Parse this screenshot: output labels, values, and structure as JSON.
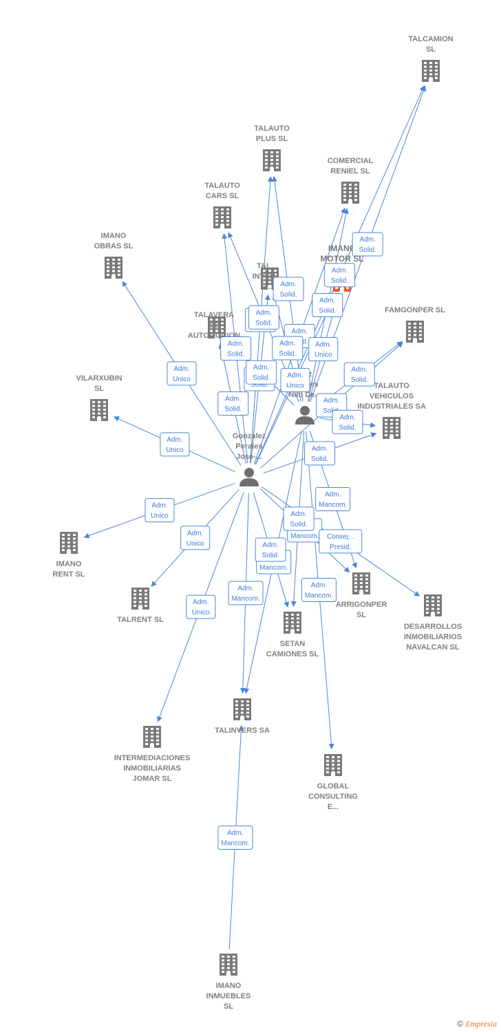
{
  "nodes": {
    "talcamion": {
      "kind": "company",
      "label": [
        "TALCAMION",
        "SL"
      ]
    },
    "talauto_plus": {
      "kind": "company",
      "label": [
        "TALAUTO",
        "PLUS  SL"
      ]
    },
    "comercial_reniel": {
      "kind": "company",
      "label": [
        "COMERCIAL",
        "RENIEL  SL"
      ]
    },
    "talauto_cars": {
      "kind": "company",
      "label": [
        "TALAUTO",
        "CARS  SL"
      ]
    },
    "imano_obras": {
      "kind": "company",
      "label": [
        "IMANO",
        "OBRAS  SL"
      ]
    },
    "talinvers_inversiones": {
      "kind": "company",
      "label": [
        "TAL...",
        "INVER...",
        "S..."
      ]
    },
    "imano_motor": {
      "kind": "company",
      "main": true,
      "label": [
        "IMANO",
        "MOTOR  SL"
      ]
    },
    "talavera_automocion": {
      "kind": "company",
      "label": [
        "TALAVERA",
        "DE",
        "AUTOMOCION"
      ]
    },
    "famgonper": {
      "kind": "company",
      "label": [
        "FAMGONPER SL"
      ]
    },
    "vilarxubin": {
      "kind": "company",
      "label": [
        "VILARXUBIN",
        "SL"
      ]
    },
    "talauto_vehiculos": {
      "kind": "company",
      "label": [
        "TALAUTO",
        "VEHICULOS",
        "INDUSTRIALES SA"
      ]
    },
    "imano_rent": {
      "kind": "company",
      "label": [
        "IMANO",
        "RENT  SL"
      ]
    },
    "talrent": {
      "kind": "company",
      "label": [
        "TALRENT  SL"
      ]
    },
    "arrigonper": {
      "kind": "company",
      "label": [
        "ARRIGONPER",
        "SL"
      ]
    },
    "desarrollos": {
      "kind": "company",
      "label": [
        "DESARROLLOS",
        "INMOBILIARIOS",
        "NAVALCAN  SL"
      ]
    },
    "setan_camiones": {
      "kind": "company",
      "label": [
        "SETAN",
        "CAMIONES SL"
      ]
    },
    "talinvers": {
      "kind": "company",
      "label": [
        "TALINVERS SA"
      ]
    },
    "intermediaciones": {
      "kind": "company",
      "label": [
        "INTERMEDIACIONES",
        "INMOBILIARIAS",
        "JOMAR  SL"
      ]
    },
    "global_consulting": {
      "kind": "company",
      "label": [
        "GLOBAL",
        "CONSULTING",
        "E..."
      ]
    },
    "imano_inmuebles": {
      "kind": "company",
      "label": [
        "IMANO",
        "INMUEBLES",
        "SL"
      ]
    },
    "gonzalez_jose": {
      "kind": "person",
      "label": [
        "Gonzalez",
        "Perales",
        "Jose-..."
      ]
    },
    "gonzalez_nilo": {
      "kind": "person",
      "label": [
        "...ez",
        "Perales",
        "Nilo De..."
      ]
    }
  },
  "edges": [
    {
      "from": "gonzalez_nilo",
      "to": "talcamion",
      "role": [
        "Adm.",
        "Solid."
      ]
    },
    {
      "from": "gonzalez_jose",
      "to": "talcamion",
      "role": [
        "Adm.",
        "Solid."
      ]
    },
    {
      "from": "gonzalez_jose",
      "to": "talauto_plus",
      "role": [
        "Adm.",
        "Solid."
      ]
    },
    {
      "from": "gonzalez_nilo",
      "to": "talauto_plus",
      "role": [
        "Adm.",
        "Solid."
      ]
    },
    {
      "from": "gonzalez_jose",
      "to": "talauto_cars",
      "role": [
        "Adm.",
        "Solid."
      ]
    },
    {
      "from": "gonzalez_nilo",
      "to": "talauto_cars",
      "role": [
        "Adm.",
        "Solid."
      ]
    },
    {
      "from": "gonzalez_jose",
      "to": "comercial_reniel",
      "role": [
        "Adm.",
        "Solid."
      ]
    },
    {
      "from": "gonzalez_nilo",
      "to": "comercial_reniel",
      "role": [
        "Adm.",
        "Solid."
      ]
    },
    {
      "from": "gonzalez_jose",
      "to": "imano_motor",
      "role": [
        "Adm.",
        "Unico"
      ]
    },
    {
      "from": "gonzalez_nilo",
      "to": "imano_motor",
      "role": [
        "Adm.",
        "Unico"
      ]
    },
    {
      "from": "gonzalez_jose",
      "to": "talinvers_inversiones",
      "role": [
        "Adm.",
        "Solid."
      ]
    },
    {
      "from": "gonzalez_nilo",
      "to": "talinvers_inversiones",
      "role": [
        "Adm.",
        "Solid."
      ]
    },
    {
      "from": "gonzalez_jose",
      "to": "talavera_automocion",
      "role": [
        "Adm.",
        "Solid."
      ]
    },
    {
      "from": "gonzalez_nilo",
      "to": "talavera_automocion",
      "role": [
        "Adm.",
        "Solid."
      ]
    },
    {
      "from": "gonzalez_jose",
      "to": "famgonper",
      "role": [
        "Adm.",
        "Solid."
      ]
    },
    {
      "from": "gonzalez_nilo",
      "to": "famgonper",
      "role": [
        "Adm.",
        "Solid."
      ]
    },
    {
      "from": "gonzalez_jose",
      "to": "talauto_vehiculos",
      "role": [
        "Adm.",
        "Solid."
      ]
    },
    {
      "from": "gonzalez_nilo",
      "to": "talauto_vehiculos",
      "role": [
        "Adm.",
        "Solid."
      ]
    },
    {
      "from": "gonzalez_jose",
      "to": "imano_obras",
      "role": [
        "Adm.",
        "Unico"
      ]
    },
    {
      "from": "gonzalez_jose",
      "to": "vilarxubin",
      "role": [
        "Adm.",
        "Unico"
      ]
    },
    {
      "from": "gonzalez_jose",
      "to": "imano_rent",
      "role": [
        "Adm.",
        "Unico"
      ]
    },
    {
      "from": "gonzalez_jose",
      "to": "talrent",
      "role": [
        "Adm.",
        "Unico"
      ]
    },
    {
      "from": "gonzalez_jose",
      "to": "intermediaciones",
      "role": [
        "Adm.",
        "Unico"
      ]
    },
    {
      "from": "gonzalez_jose",
      "to": "talinvers",
      "role": [
        "Adm.",
        "Mancom."
      ]
    },
    {
      "from": "gonzalez_nilo",
      "to": "talinvers",
      "role": [
        "Adm.",
        "Mancom."
      ]
    },
    {
      "from": "imano_inmuebles",
      "to": "talinvers",
      "role": [
        "Adm.",
        "Mancom."
      ]
    },
    {
      "from": "gonzalez_jose",
      "to": "arrigonper",
      "role": [
        "Adm.",
        "Mancom."
      ]
    },
    {
      "from": "gonzalez_nilo",
      "to": "arrigonper",
      "role": [
        "Adm.",
        "Mancom."
      ]
    },
    {
      "from": "gonzalez_jose",
      "to": "desarrollos",
      "role": [
        "Consej. .",
        "Presid."
      ]
    },
    {
      "from": "gonzalez_jose",
      "to": "setan_camiones",
      "role": [
        "Adm.",
        "Solid."
      ]
    },
    {
      "from": "gonzalez_nilo",
      "to": "setan_camiones",
      "role": [
        "Adm.",
        "Solid."
      ]
    },
    {
      "from": "gonzalez_nilo",
      "to": "global_consulting",
      "role": [
        "Adm.",
        "Mancom."
      ]
    }
  ],
  "footer": {
    "copyright": "©",
    "brand": "Empresia"
  }
}
